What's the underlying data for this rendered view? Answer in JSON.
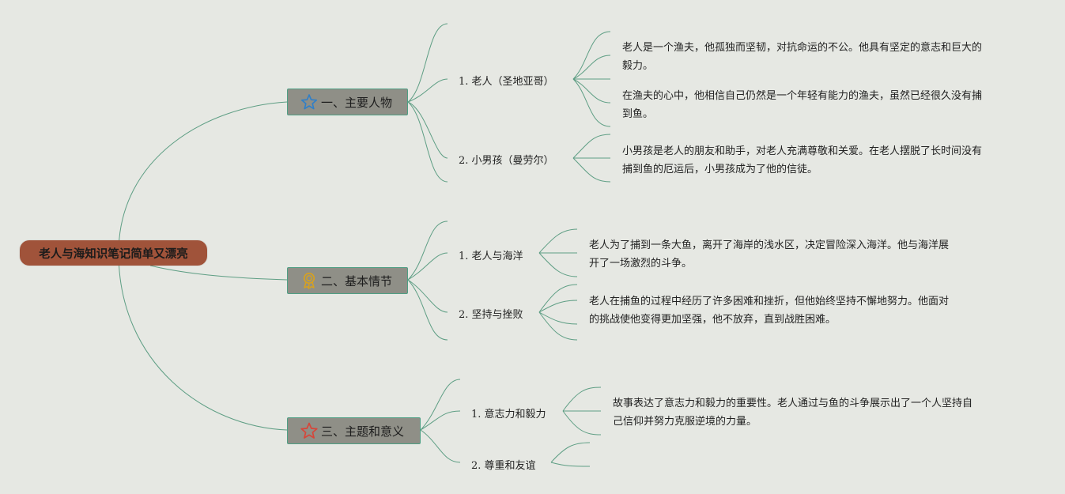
{
  "root": {
    "title": "老人与海知识笔记简单又漂亮"
  },
  "topics": [
    {
      "label": "一、主要人物",
      "icon": "star-outline-blue-icon",
      "subtopics": [
        {
          "label": "1. 老人（圣地亚哥）",
          "notes": [
            "老人是一个渔夫，他孤独而坚韧，对抗命运的不公。他具有坚定的意志和巨大的\n毅力。",
            "在渔夫的心中，他相信自己仍然是一个年轻有能力的渔夫，虽然已经很久没有捕\n到鱼。"
          ]
        },
        {
          "label": "2. 小男孩（曼劳尔）",
          "notes": [
            "小男孩是老人的朋友和助手，对老人充满尊敬和关爱。在老人摆脱了长时间没有\n捕到鱼的厄运后，小男孩成为了他的信徒。"
          ]
        }
      ]
    },
    {
      "label": "二、基本情节",
      "icon": "award-ribbon-icon",
      "subtopics": [
        {
          "label": "1. 老人与海洋",
          "notes": [
            "老人为了捕到一条大鱼，离开了海岸的浅水区，决定冒险深入海洋。他与海洋展\n开了一场激烈的斗争。"
          ]
        },
        {
          "label": "2. 坚持与挫败",
          "notes": [
            "老人在捕鱼的过程中经历了许多困难和挫折，但他始终坚持不懈地努力。他面对\n的挑战使他变得更加坚强，他不放弃，直到战胜困难。"
          ]
        }
      ]
    },
    {
      "label": "三、主题和意义",
      "icon": "star-outline-red-icon",
      "subtopics": [
        {
          "label": "1. 意志力和毅力",
          "notes": [
            "故事表达了意志力和毅力的重要性。老人通过与鱼的斗争展示出了一个人坚持自\n己信仰并努力克服逆境的力量。"
          ]
        },
        {
          "label": "2. 尊重和友谊",
          "notes": []
        }
      ]
    }
  ],
  "colors": {
    "background": "#e6e8e3",
    "root": "#a0533a",
    "topic": "#8f8f87",
    "line": "#5e9e84"
  }
}
